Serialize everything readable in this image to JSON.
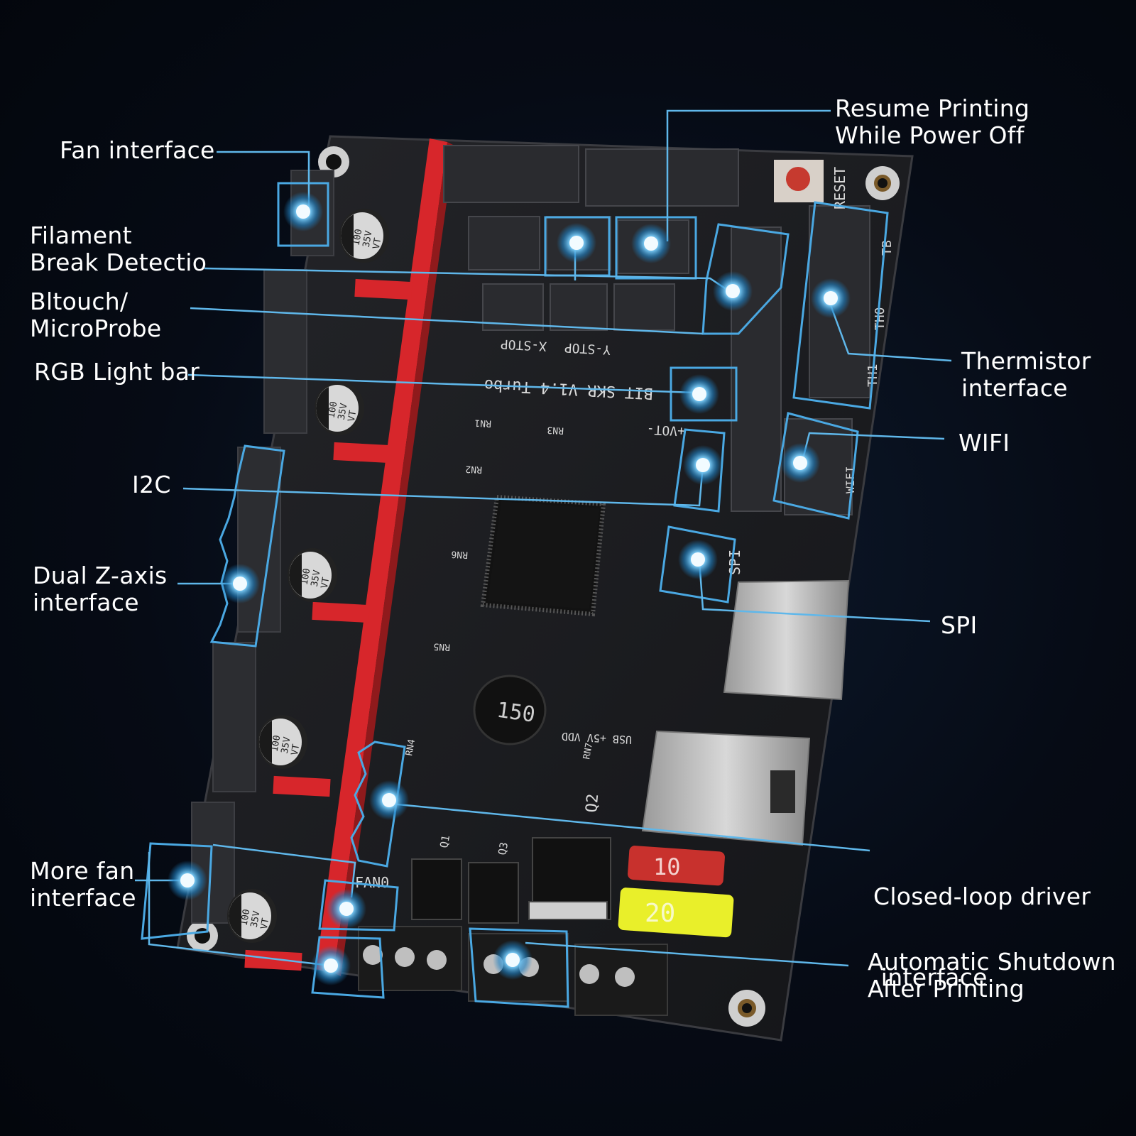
{
  "colors": {
    "background": "#060b15",
    "pcb": "#1b1c1f",
    "connector": "#2a2b2f",
    "header_red": "#d7262b",
    "callout_line": "#5fb7ea",
    "callout_glow": "#8fd3ff",
    "label_text": "#ffffff",
    "fuse_red": "#c8312d",
    "fuse_yellow": "#e9ef2a",
    "chip": "#141414"
  },
  "board": {
    "silkscreen_title": "BIT SKR V1.4 Turbo",
    "capacitor_marking": "100\n35V\nVT",
    "inductor_marking": "150",
    "fuse_small": "10",
    "fuse_large": "20",
    "silkscreen": {
      "reset": "RESET",
      "tb": "TB",
      "th0": "TH0",
      "th1": "TH1",
      "wifi": "WIFI",
      "spi": "SPI",
      "xstop": "X-STOP",
      "ystop": "Y-STOP",
      "fan0": "FAN0",
      "usb": "USB +5V VDD",
      "q1": "Q1",
      "q2": "Q2",
      "q3": "Q3",
      "rn1": "RN1",
      "rn2": "RN2",
      "rn3": "RN3",
      "rn4": "RN4",
      "rn5": "RN5",
      "rn6": "RN6",
      "rn7": "RN7",
      "vot": "+VOT-"
    }
  },
  "callouts": [
    {
      "id": "fan-interface",
      "lines": [
        "Fan interface"
      ]
    },
    {
      "id": "filament-break",
      "lines": [
        "Filament",
        "Break Detectio"
      ]
    },
    {
      "id": "bltouch",
      "lines": [
        "Bltouch/",
        "MicroProbe"
      ]
    },
    {
      "id": "rgb-light-bar",
      "lines": [
        "RGB Light bar"
      ]
    },
    {
      "id": "i2c",
      "lines": [
        "I2C"
      ]
    },
    {
      "id": "dual-z",
      "lines": [
        "Dual Z-axis",
        "interface"
      ]
    },
    {
      "id": "more-fan",
      "lines": [
        "More fan",
        "interface"
      ]
    },
    {
      "id": "resume-printing",
      "lines": [
        "Resume Printing",
        "While Power Off"
      ]
    },
    {
      "id": "thermistor",
      "lines": [
        "Thermistor",
        "interface"
      ]
    },
    {
      "id": "wifi",
      "lines": [
        "WIFI"
      ]
    },
    {
      "id": "spi",
      "lines": [
        "SPI"
      ]
    },
    {
      "id": "closed-loop",
      "lines": [
        "Closed-loop driver",
        " interface"
      ]
    },
    {
      "id": "auto-shutdown",
      "lines": [
        "Automatic Shutdown",
        "After Printing"
      ]
    }
  ]
}
